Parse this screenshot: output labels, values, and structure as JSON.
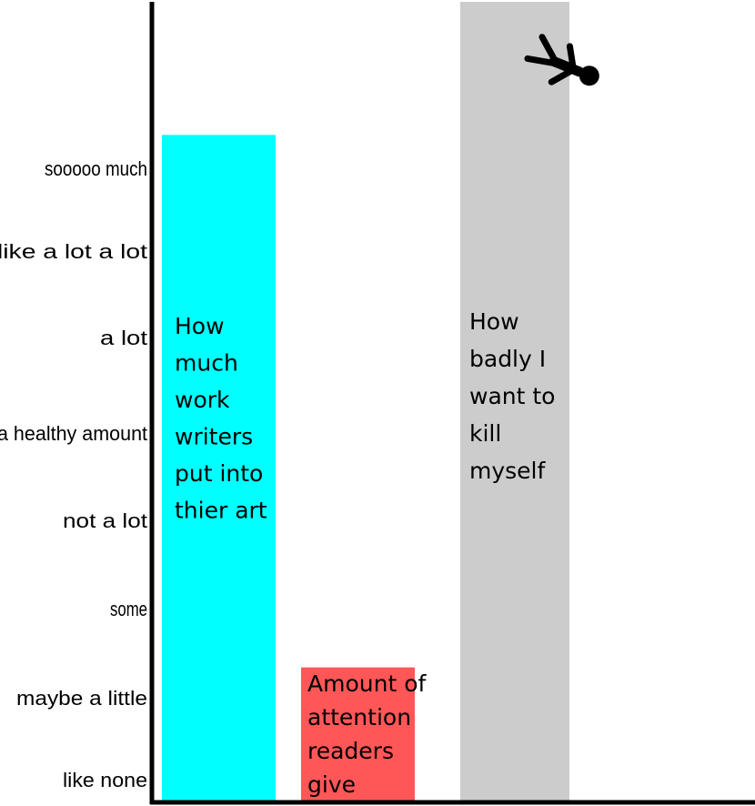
{
  "chart_data": {
    "type": "bar",
    "title": "",
    "xlabel": "",
    "ylabel": "",
    "y_ticks": [
      "like none",
      "maybe a little",
      "some",
      "not a lot",
      "a healthy amount",
      "a lot",
      "like a lot a lot",
      "sooooo much"
    ],
    "categories": [
      "How much work writers put into thier art",
      "Amount of attention readers give",
      "How badly I want to kill myself"
    ],
    "category_lines": [
      [
        "How",
        "much",
        "work",
        "writers",
        "put into",
        "thier art"
      ],
      [
        "Amount of",
        "attention",
        "readers",
        "give"
      ],
      [
        "How",
        "badly I",
        "want to",
        "kill",
        "myself"
      ]
    ],
    "values": [
      7.5,
      1.5,
      9.0
    ],
    "ylim": [
      0,
      9.0
    ],
    "colors": [
      "#00ffff",
      "#ff5757",
      "#cccccc"
    ],
    "annotations": [
      "falling-stick-figure-icon"
    ],
    "grid": false,
    "legend": "none"
  }
}
